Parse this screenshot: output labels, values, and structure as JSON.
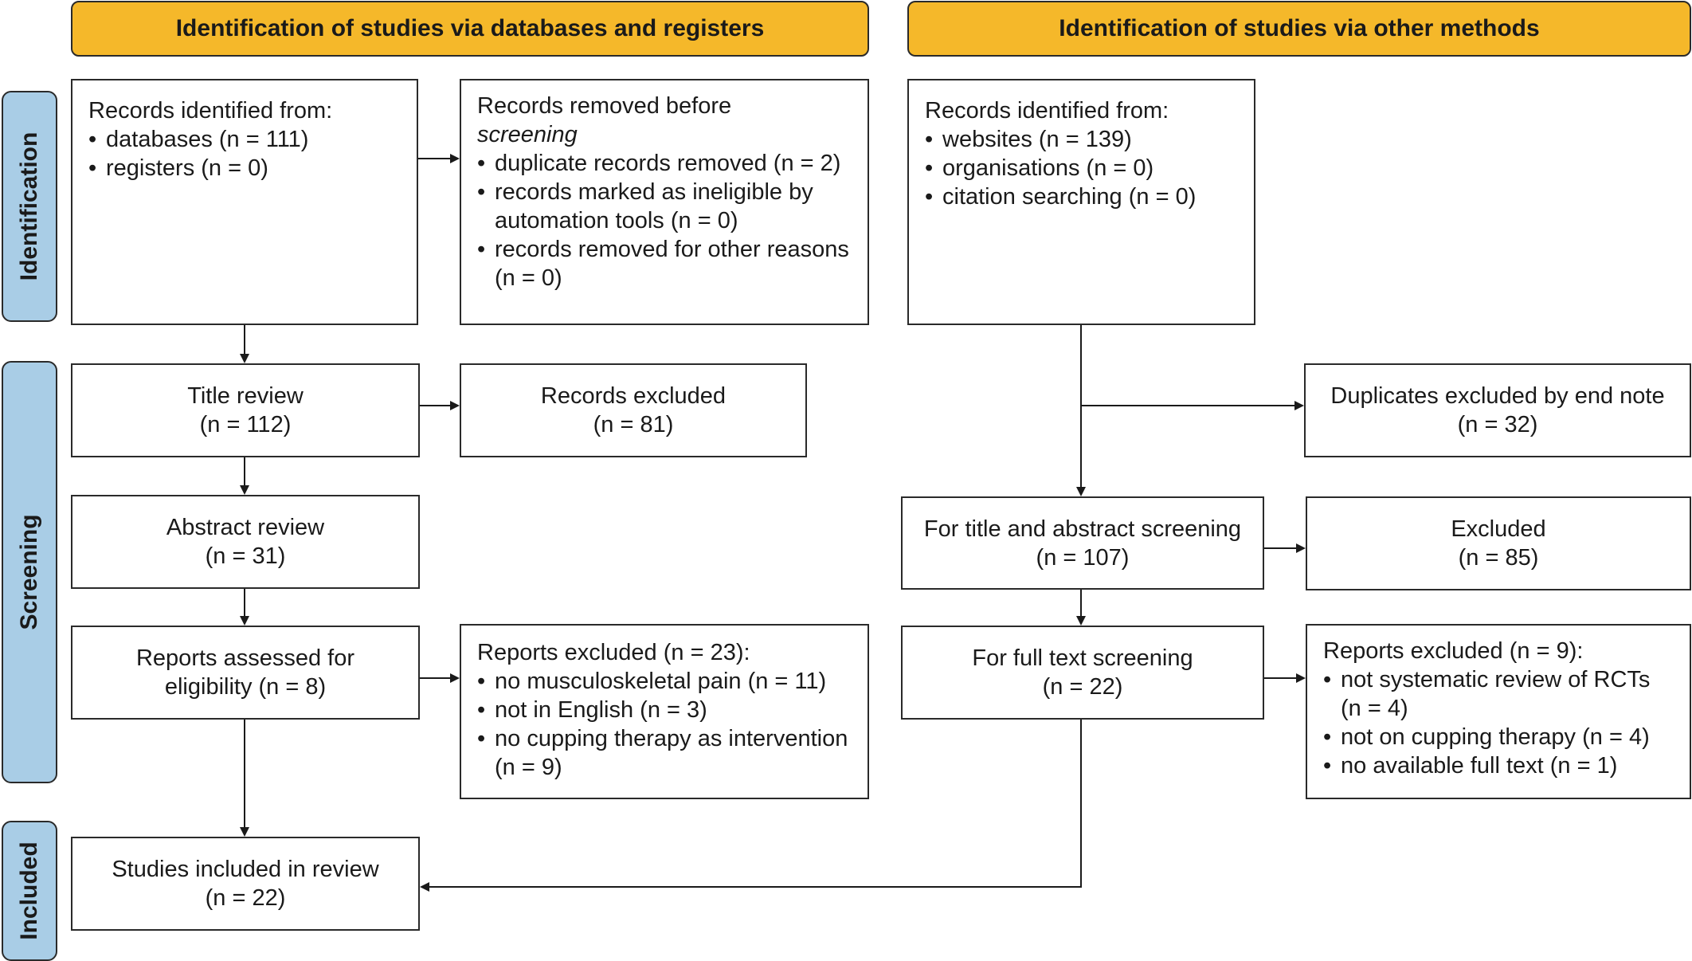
{
  "headers": {
    "left": "Identification of studies via databases and registers",
    "right": "Identification of studies via other methods"
  },
  "stages": {
    "identification": "Identification",
    "screening": "Screening",
    "included": "Included"
  },
  "left": {
    "records_identified": {
      "title": "Records identified from:",
      "items": [
        "databases (n = 111)",
        "registers (n = 0)"
      ]
    },
    "records_removed": {
      "title_line1": "Records removed before",
      "title_line2": "screening",
      "items": [
        "duplicate records removed (n = 2)",
        "records marked as ineligible by automation tools (n = 0)",
        "records removed for other reasons (n = 0)"
      ]
    },
    "title_review": {
      "label": "Title review",
      "count": "(n = 112)"
    },
    "records_excluded": {
      "label": "Records excluded",
      "count": "(n = 81)"
    },
    "abstract_review": {
      "label": "Abstract review",
      "count": "(n = 31)"
    },
    "reports_assessed": {
      "label": "Reports assessed for",
      "count": "eligibility (n = 8)"
    },
    "reports_excluded": {
      "title": "Reports excluded (n = 23):",
      "items": [
        "no musculoskeletal pain (n = 11)",
        "not in English (n = 3)",
        "no cupping therapy as intervention (n = 9)"
      ]
    },
    "studies_included": {
      "label": "Studies included in review",
      "count": "(n = 22)"
    }
  },
  "right": {
    "records_identified": {
      "title": "Records identified from:",
      "items": [
        "websites (n = 139)",
        "organisations (n = 0)",
        "citation searching (n = 0)"
      ]
    },
    "duplicates_excluded": {
      "label": "Duplicates excluded by end note",
      "count": "(n = 32)"
    },
    "title_abstract": {
      "label": "For title and abstract screening",
      "count": "(n = 107)"
    },
    "excluded": {
      "label": "Excluded",
      "count": "(n = 85)"
    },
    "full_text": {
      "label": "For full text screening",
      "count": "(n = 22)"
    },
    "reports_excluded": {
      "title": "Reports excluded (n = 9):",
      "items": [
        "not systematic review of RCTs (n = 4)",
        "not on cupping therapy (n = 4)",
        "no available full text (n = 1)"
      ]
    }
  }
}
